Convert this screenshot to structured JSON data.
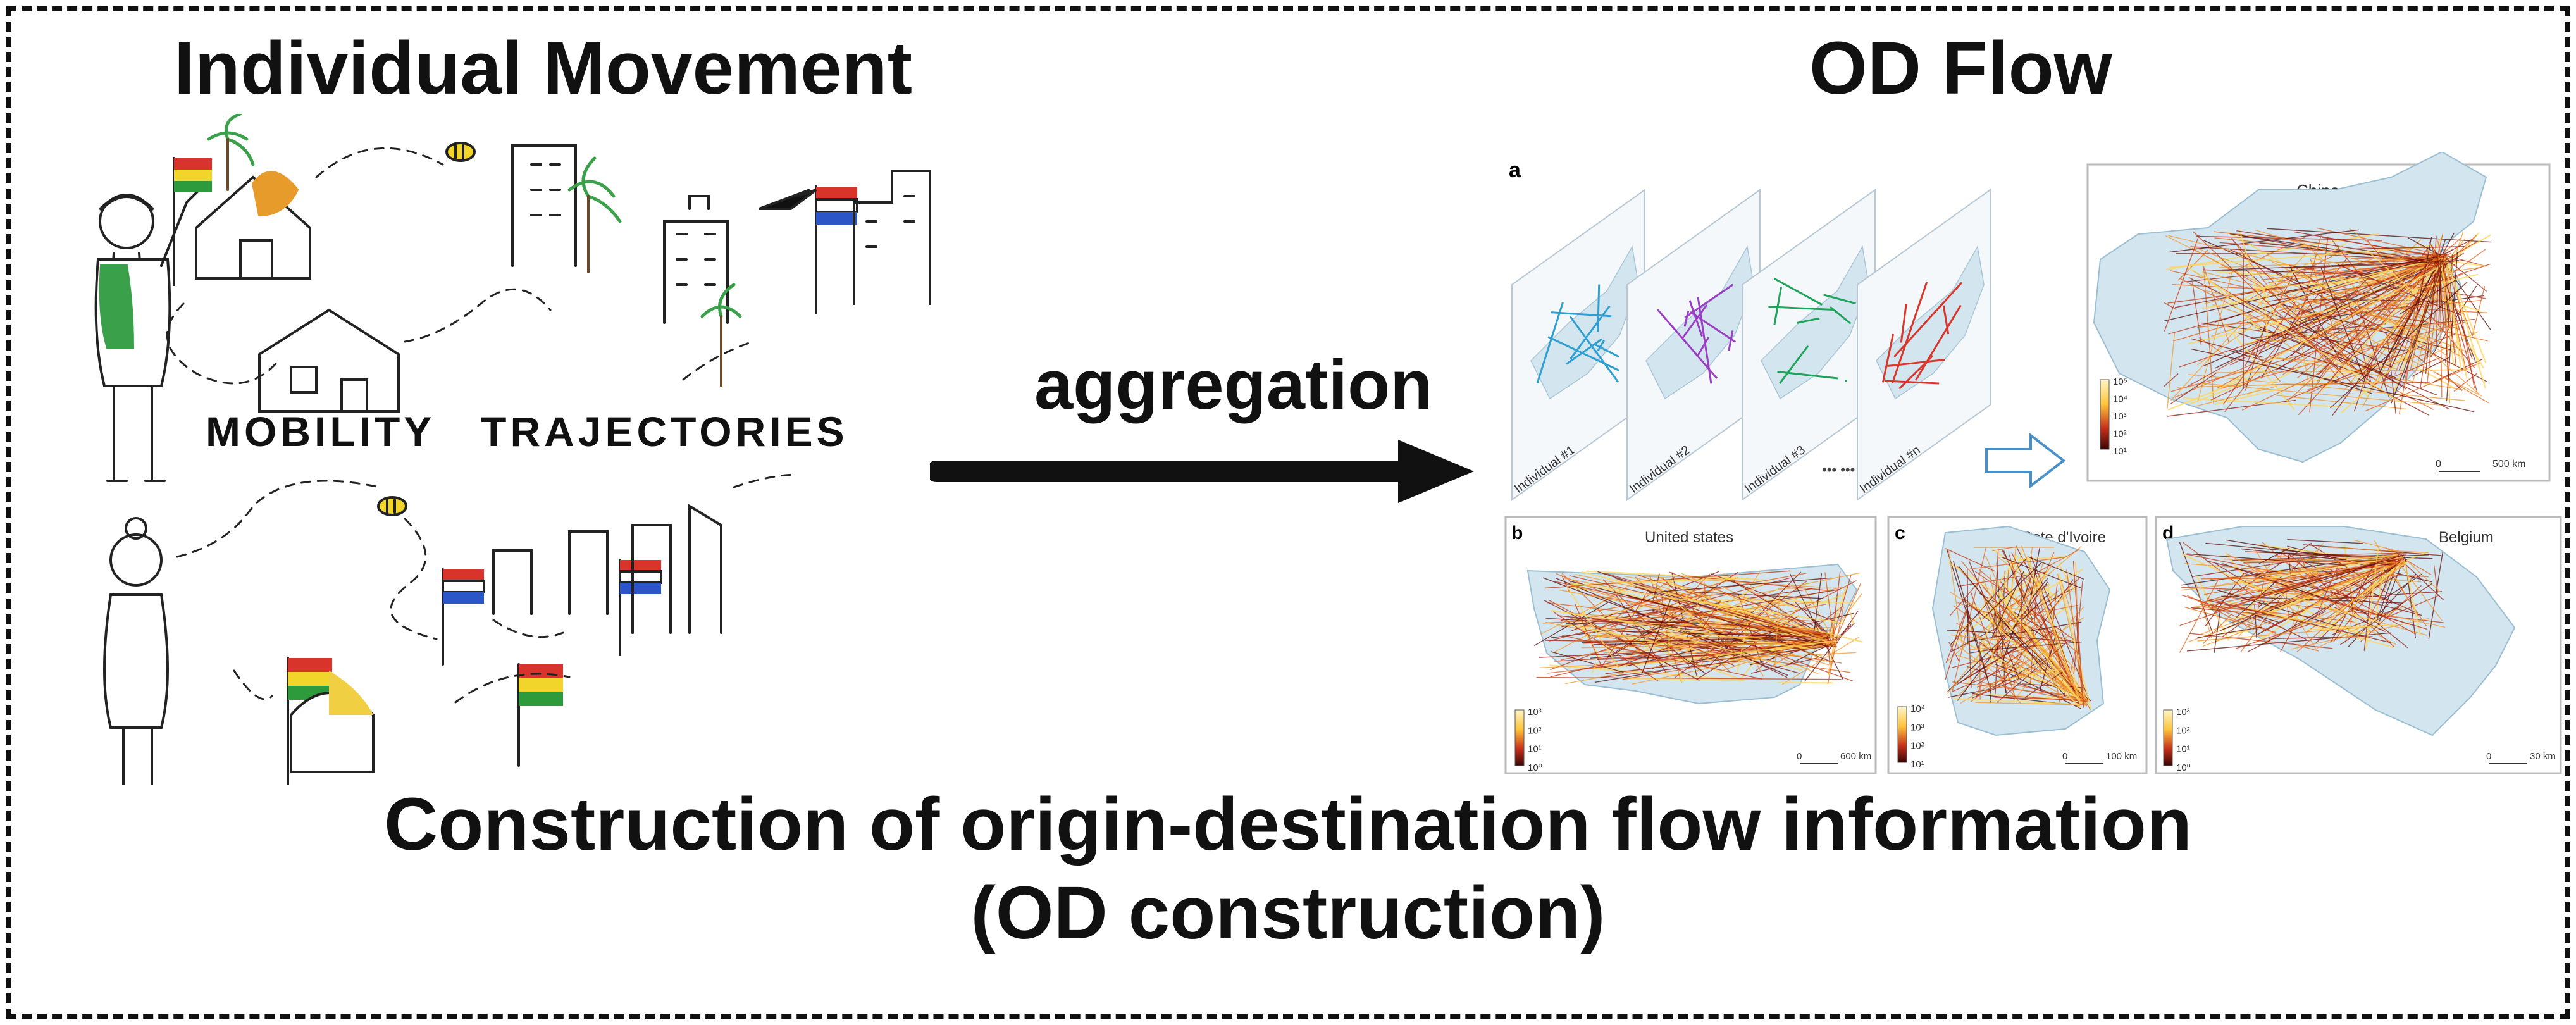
{
  "titles": {
    "individual": "Individual Movement",
    "od": "OD Flow",
    "aggregation": "aggregation",
    "construction_line1": "Construction of origin-destination flow information",
    "construction_line2": "(OD construction)"
  },
  "sketch": {
    "caption": "MOBILITY   TRAJECTORIES"
  },
  "panel_a": {
    "label": "a",
    "layers": [
      "Individual #1",
      "Individual #2",
      "Individual #3",
      "Individual #n"
    ],
    "ellipsis": "••• •••",
    "layer_colors": [
      "#2e9fd0",
      "#9a3fc4",
      "#1fa35a",
      "#d8362b"
    ]
  },
  "maps": [
    {
      "label": "",
      "title": "China",
      "legend": [
        "10⁵",
        "10⁴",
        "10³",
        "10²",
        "10¹"
      ],
      "scale": "500 km"
    },
    {
      "label": "b",
      "title": "United states",
      "legend": [
        "10³",
        "10²",
        "10¹",
        "10⁰"
      ],
      "scale": "600 km"
    },
    {
      "label": "c",
      "title": "Cote d'Ivoire",
      "legend": [
        "10⁴",
        "10³",
        "10²",
        "10¹"
      ],
      "scale": "100 km"
    },
    {
      "label": "d",
      "title": "Belgium",
      "legend": [
        "10³",
        "10²",
        "10¹",
        "10⁰"
      ],
      "scale": "30 km"
    }
  ],
  "colors": {
    "flow_dark": "#6b0f0a",
    "flow_mid": "#d9451a",
    "flow_light": "#ffd75a",
    "land": "#cfe3ee",
    "arrow": "#111111"
  }
}
